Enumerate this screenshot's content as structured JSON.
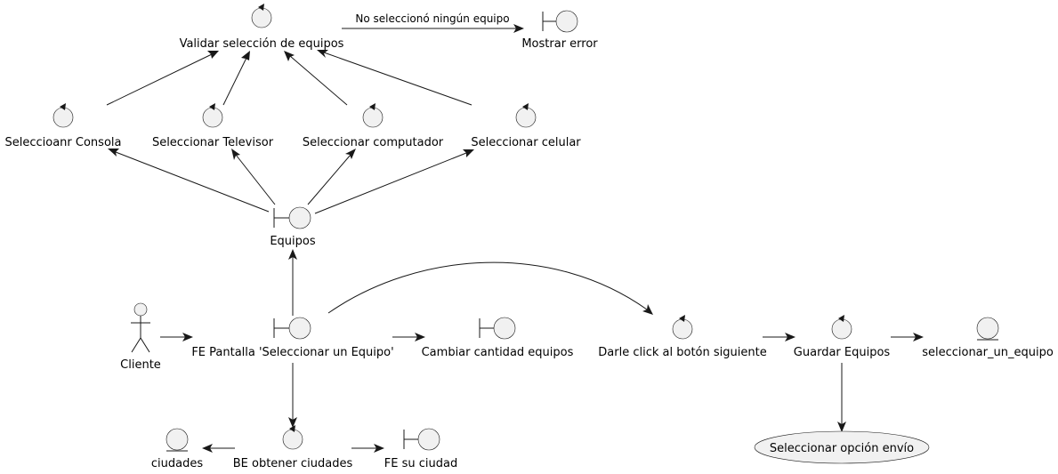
{
  "nodes": {
    "validar": {
      "label": "Validar selección de equipos",
      "kind": "control"
    },
    "mostrar_error": {
      "label": "Mostrar error",
      "kind": "boundary"
    },
    "consola": {
      "label": "Seleccioanr Consola",
      "kind": "control"
    },
    "televisor": {
      "label": "Seleccionar Televisor",
      "kind": "control"
    },
    "computador": {
      "label": "Seleccionar computador",
      "kind": "control"
    },
    "celular": {
      "label": "Seleccionar celular",
      "kind": "control"
    },
    "equipos": {
      "label": "Equipos",
      "kind": "boundary"
    },
    "cliente": {
      "label": "Cliente",
      "kind": "actor"
    },
    "fe_pantalla": {
      "label": "FE Pantalla 'Seleccionar un Equipo'",
      "kind": "boundary"
    },
    "cambiar_cantidad": {
      "label": "Cambiar cantidad equipos",
      "kind": "boundary"
    },
    "darle_click": {
      "label": "Darle click al botón siguiente",
      "kind": "control"
    },
    "guardar": {
      "label": "Guardar Equipos",
      "kind": "control"
    },
    "seleccionar_un_equipo": {
      "label": "seleccionar_un_equipo",
      "kind": "entity"
    },
    "ciudades": {
      "label": "ciudades",
      "kind": "entity"
    },
    "be_obtener": {
      "label": "BE obtener ciudades",
      "kind": "control"
    },
    "fe_ciudad": {
      "label": "FE su ciudad",
      "kind": "boundary"
    },
    "seleccionar_envio": {
      "label": "Seleccionar opción envío",
      "kind": "usecase"
    }
  },
  "edges": [
    {
      "from": "validar",
      "to": "mostrar_error",
      "label": "No seleccionó ningún equipo"
    },
    {
      "from": "consola",
      "to": "validar"
    },
    {
      "from": "televisor",
      "to": "validar"
    },
    {
      "from": "computador",
      "to": "validar"
    },
    {
      "from": "celular",
      "to": "validar"
    },
    {
      "from": "equipos",
      "to": "consola"
    },
    {
      "from": "equipos",
      "to": "televisor"
    },
    {
      "from": "equipos",
      "to": "computador"
    },
    {
      "from": "equipos",
      "to": "celular"
    },
    {
      "from": "fe_pantalla",
      "to": "equipos"
    },
    {
      "from": "cliente",
      "to": "fe_pantalla"
    },
    {
      "from": "fe_pantalla",
      "to": "cambiar_cantidad"
    },
    {
      "from": "fe_pantalla",
      "to": "darle_click"
    },
    {
      "from": "darle_click",
      "to": "guardar"
    },
    {
      "from": "guardar",
      "to": "seleccionar_un_equipo"
    },
    {
      "from": "guardar",
      "to": "seleccionar_envio"
    },
    {
      "from": "fe_pantalla",
      "to": "be_obtener"
    },
    {
      "from": "be_obtener",
      "to": "ciudades"
    },
    {
      "from": "be_obtener",
      "to": "fe_ciudad"
    }
  ]
}
